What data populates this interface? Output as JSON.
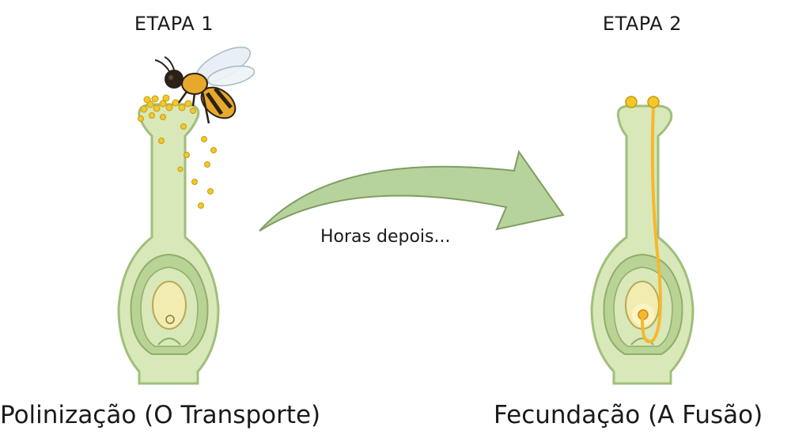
{
  "stage1": {
    "title": "ETAPA 1",
    "caption": "Polinização (O Transporte)"
  },
  "stage2": {
    "title": "ETAPA 2",
    "caption": "Fecundação (A Fusão)"
  },
  "transition": {
    "label": "Horas depois..."
  },
  "colors": {
    "pistil_fill": "#d9e8b8",
    "pistil_outline": "#9fbf7a",
    "ovary_inner": "#b9d296",
    "ovule": "#f2ecb0",
    "pollen": "#f2c82a",
    "pollen_tube": "#f5b82e",
    "arrow": "#b7d39c",
    "bee_body": "#e7a92b",
    "bee_stripe": "#2b2118"
  }
}
